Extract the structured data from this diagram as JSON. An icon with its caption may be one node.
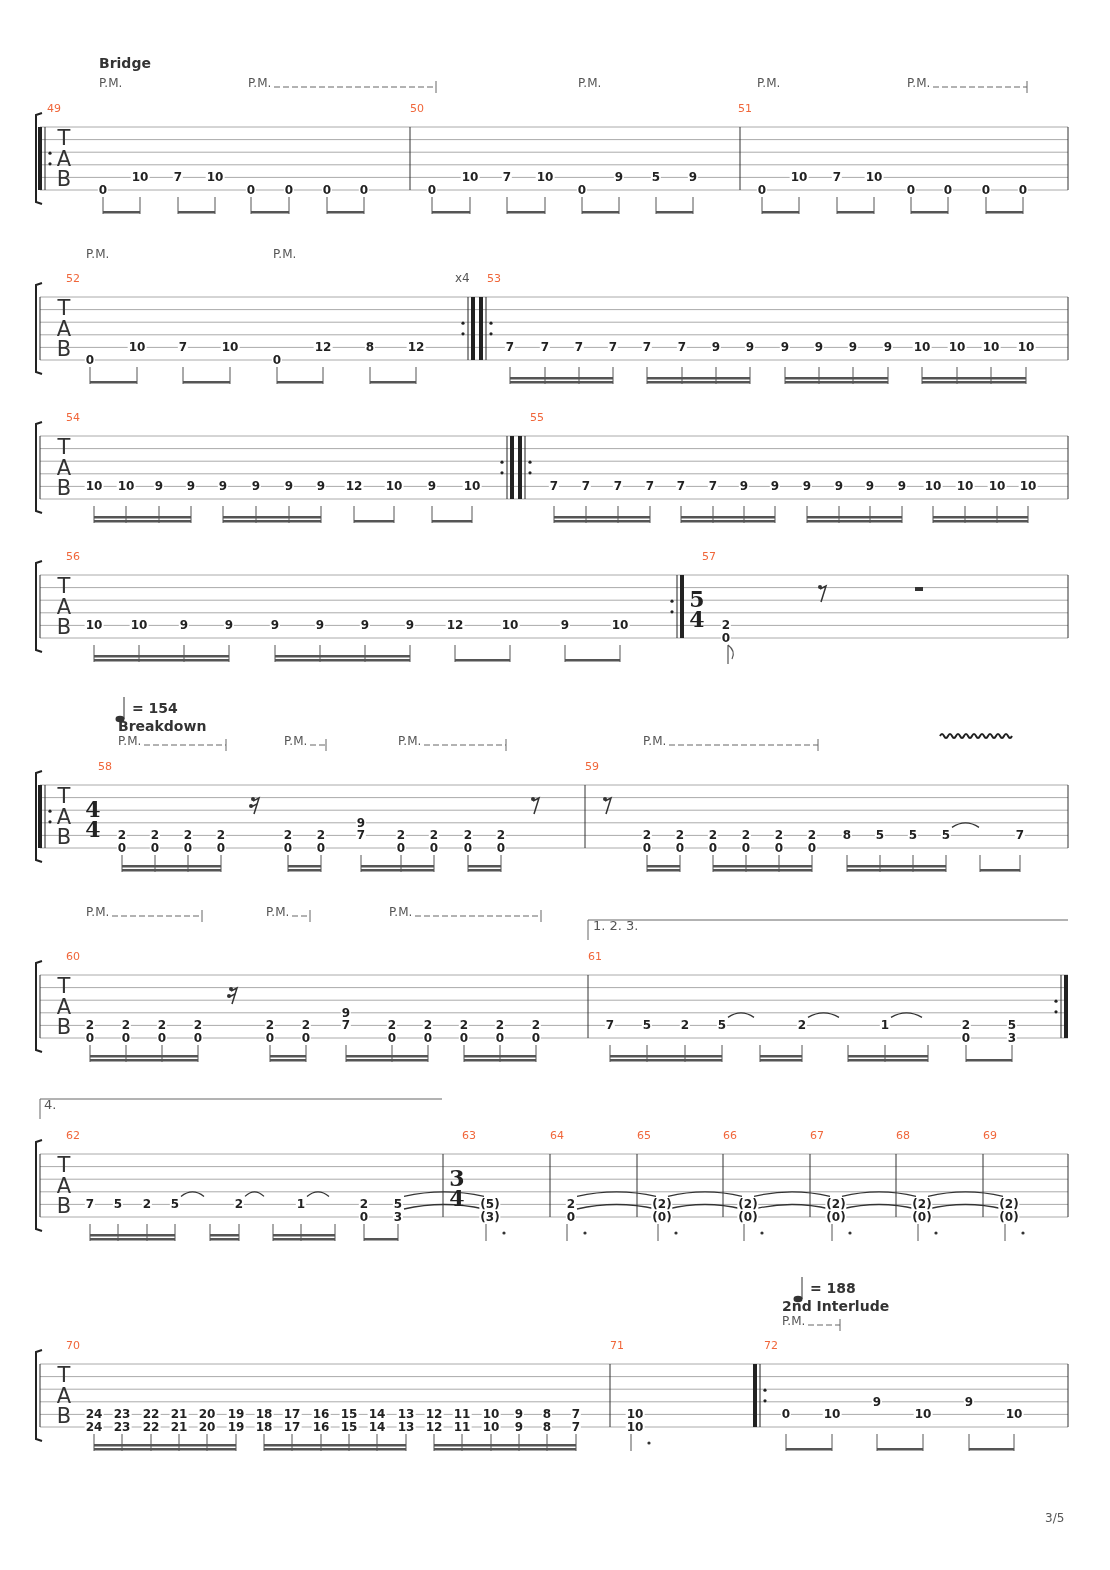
{
  "diagram": {
    "labels": [
      "Bridge",
      "P.M.",
      "P.M.",
      "P.M.",
      "P.M.",
      "P.M.",
      "T",
      "A",
      "B",
      "49",
      "0",
      "10",
      "7",
      "10",
      "0",
      "0",
      "0",
      "0",
      "50",
      "0",
      "10",
      "7",
      "10",
      "0",
      "9",
      "5",
      "9",
      "51",
      "0",
      "10",
      "7",
      "10",
      "0",
      "0",
      "0",
      "0",
      "P.M.",
      "P.M.",
      "x4",
      "T",
      "A",
      "B",
      "52",
      "0",
      "10",
      "7",
      "10",
      "0",
      "12",
      "8",
      "12",
      "53",
      "7",
      "7",
      "7",
      "7",
      "7",
      "7",
      "9",
      "9",
      "9",
      "9",
      "9",
      "9",
      "10",
      "10",
      "10",
      "10",
      "T",
      "A",
      "B",
      "54",
      "10",
      "10",
      "9",
      "9",
      "9",
      "9",
      "9",
      "9",
      "12",
      "10",
      "9",
      "10",
      "55",
      "7",
      "7",
      "7",
      "7",
      "7",
      "7",
      "9",
      "9",
      "9",
      "9",
      "9",
      "9",
      "10",
      "10",
      "10",
      "10",
      "T",
      "A",
      "B",
      "56",
      "10",
      "10",
      "9",
      "9",
      "9",
      "9",
      "9",
      "9",
      "12",
      "10",
      "9",
      "10",
      "57",
      "5",
      "4",
      "2",
      "0",
      "= 154",
      "Breakdown",
      "P.M.",
      "P.M.",
      "P.M.",
      "P.M.",
      "T",
      "A",
      "B",
      "58",
      "4",
      "4",
      "2",
      "0",
      "2",
      "0",
      "2",
      "0",
      "2",
      "0",
      "2",
      "0",
      "2",
      "0",
      "9",
      "7",
      "2",
      "0",
      "2",
      "0",
      "2",
      "0",
      "2",
      "0",
      "59",
      "2",
      "0",
      "2",
      "0",
      "2",
      "0",
      "2",
      "0",
      "2",
      "0",
      "2",
      "0",
      "8",
      "5",
      "5",
      "5",
      "7",
      "P.M.",
      "P.M.",
      "P.M.",
      "1. 2. 3.",
      "T",
      "A",
      "B",
      "60",
      "2",
      "0",
      "2",
      "0",
      "2",
      "0",
      "2",
      "0",
      "2",
      "0",
      "2",
      "0",
      "9",
      "7",
      "2",
      "0",
      "2",
      "0",
      "2",
      "0",
      "2",
      "0",
      "2",
      "0",
      "61",
      "7",
      "5",
      "2",
      "5",
      "2",
      "1",
      "2",
      "0",
      "5",
      "3",
      "4.",
      "T",
      "A",
      "B",
      "62",
      "7",
      "5",
      "2",
      "5",
      "2",
      "1",
      "2",
      "0",
      "5",
      "3",
      "63",
      "3",
      "4",
      "(5)",
      "(3)",
      "64",
      "2",
      "0",
      "65",
      "(2)",
      "(0)",
      "66",
      "(2)",
      "(0)",
      "67",
      "(2)",
      "(0)",
      "68",
      "(2)",
      "(0)",
      "69",
      "(2)",
      "(0)",
      "= 188",
      "2nd Interlude",
      "P.M.",
      "T",
      "A",
      "B",
      "70",
      "24",
      "24",
      "23",
      "23",
      "22",
      "22",
      "21",
      "21",
      "20",
      "20",
      "19",
      "19",
      "18",
      "18",
      "17",
      "17",
      "16",
      "16",
      "15",
      "15",
      "14",
      "14",
      "13",
      "13",
      "12",
      "12",
      "11",
      "11",
      "10",
      "10",
      "9",
      "9",
      "8",
      "8",
      "7",
      "7",
      "71",
      "10",
      "10",
      "72",
      "0",
      "10",
      "9",
      "10",
      "9",
      "10",
      "3/5"
    ]
  }
}
